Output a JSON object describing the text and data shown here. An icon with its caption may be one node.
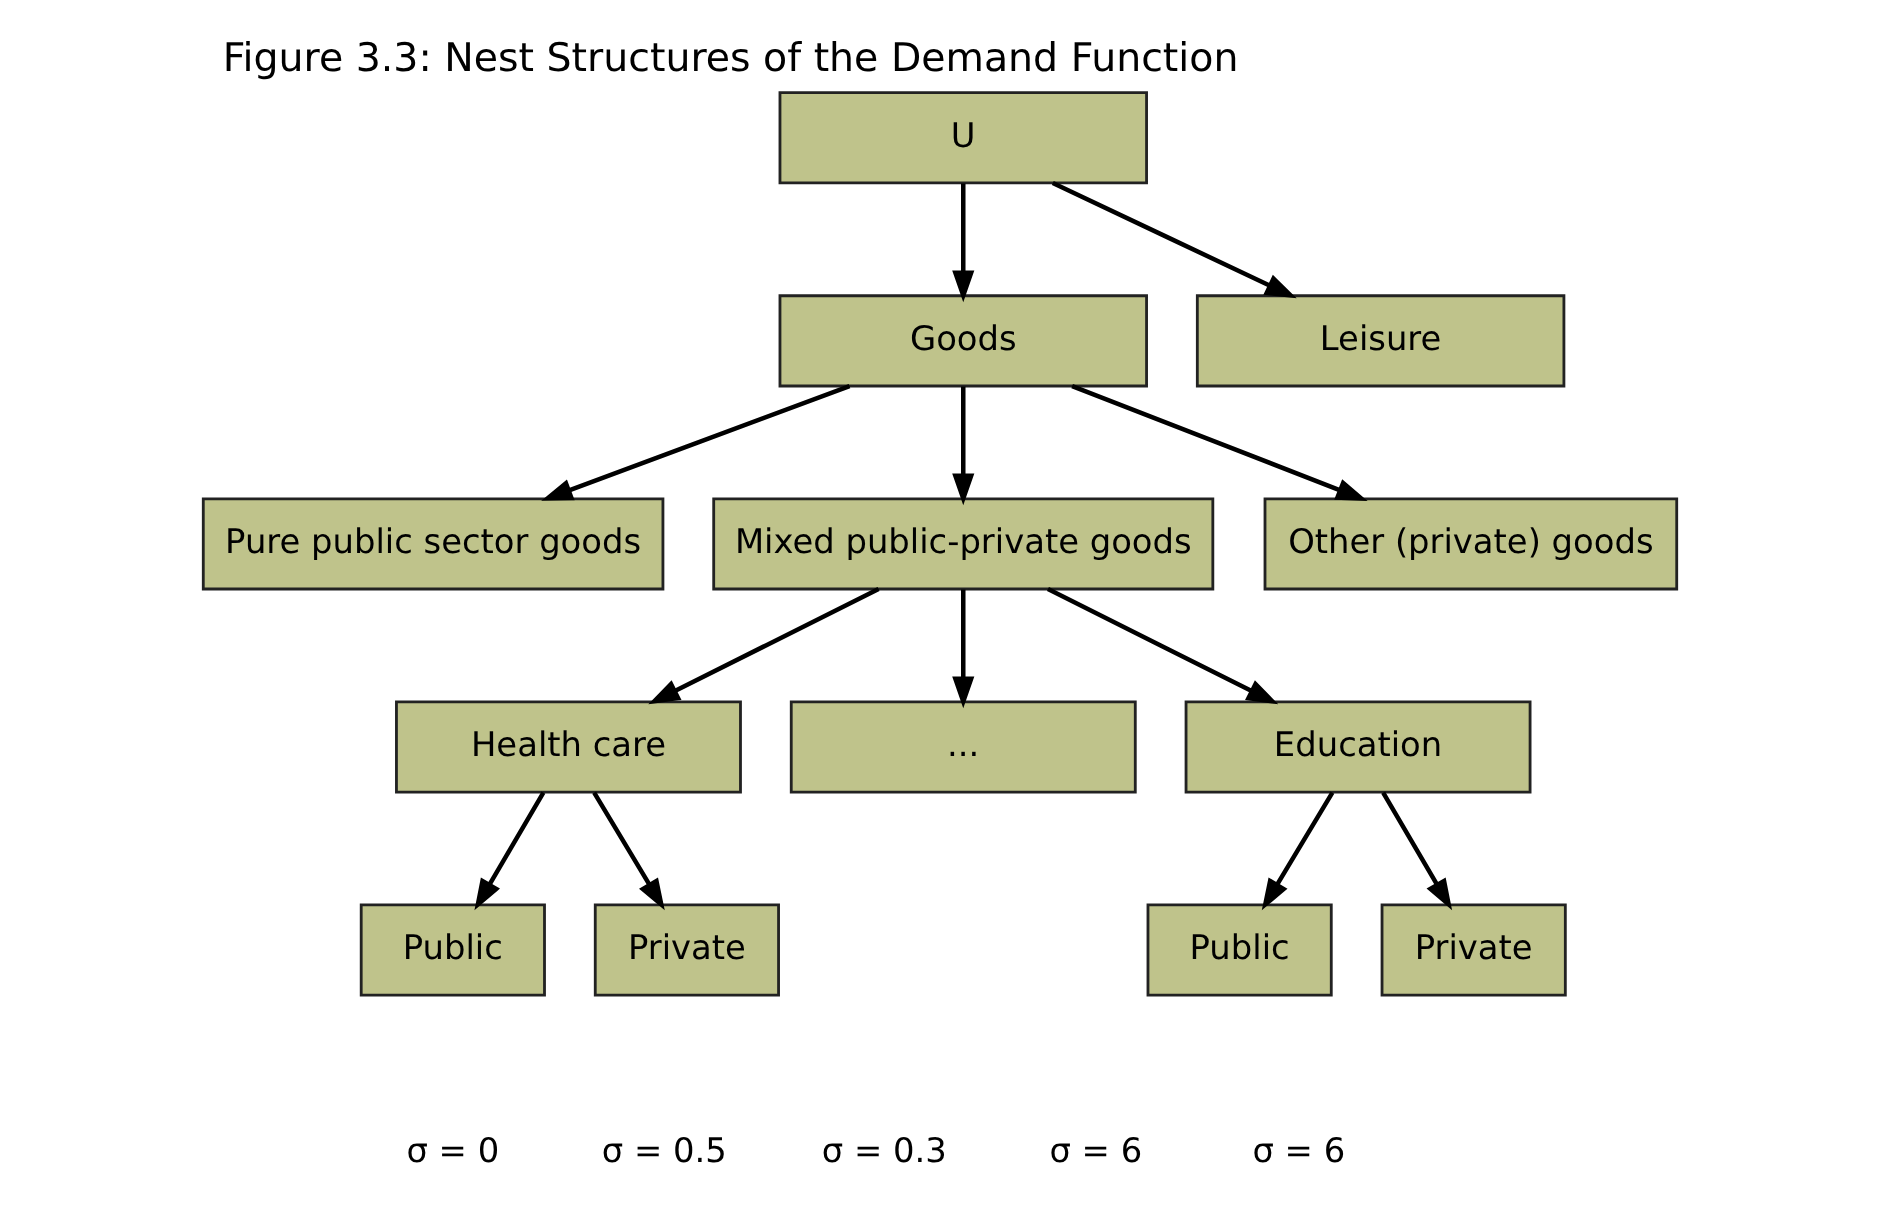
{
  "diagram": {
    "title": "Figure 3.3: Nest Structures of the Demand Function",
    "nodes": [
      {
        "text": [
          "U"
        ]
      },
      {
        "text": [
          "Goods"
        ]
      },
      {
        "text": [
          "Leisure"
        ]
      },
      {
        "text": [
          "Pure public sector goods"
        ]
      },
      {
        "text": [
          "Mixed public-private goods"
        ]
      },
      {
        "text": [
          "Other (private) goods"
        ]
      },
      {
        "text": [
          "Health care"
        ]
      },
      {
        "text": [
          "..."
        ]
      },
      {
        "text": [
          "Education"
        ]
      },
      {
        "text": [
          "Public"
        ]
      },
      {
        "text": [
          "Private"
        ]
      },
      {
        "text": [
          "Public"
        ]
      },
      {
        "text": [
          "Private"
        ]
      }
    ],
    "edges": [
      {
        "from": 0,
        "to": 1,
        "arrow": "to"
      },
      {
        "from": 0,
        "to": 2,
        "arrow": "to"
      },
      {
        "from": 1,
        "to": 3,
        "arrow": "to"
      },
      {
        "from": 1,
        "to": 4,
        "arrow": "to"
      },
      {
        "from": 1,
        "to": 5,
        "arrow": "to"
      },
      {
        "from": 4,
        "to": 6,
        "arrow": "to"
      },
      {
        "from": 4,
        "to": 7,
        "arrow": "to"
      },
      {
        "from": 4,
        "to": 8,
        "arrow": "to"
      },
      {
        "from": 6,
        "to": 9,
        "arrow": "to"
      },
      {
        "from": 6,
        "to": 10,
        "arrow": "to"
      },
      {
        "from": 8,
        "to": 11,
        "arrow": "to"
      },
      {
        "from": 8,
        "to": 12,
        "arrow": "to"
      }
    ],
    "labels": [
      "σ = 0",
      "σ = 0.5",
      "σ = 0.3",
      "σ = 6",
      "σ = 6"
    ]
  }
}
